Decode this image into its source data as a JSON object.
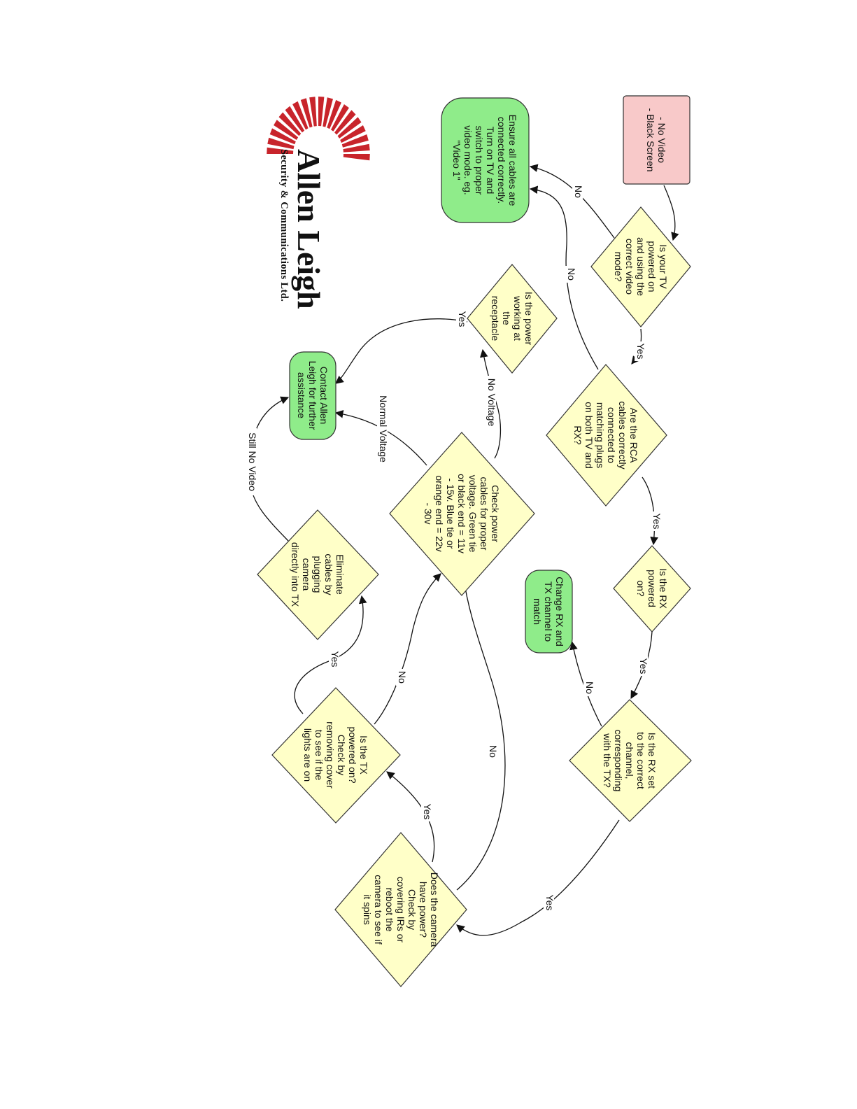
{
  "logo": {
    "name": "Allen Leigh",
    "tagline": "Security & Communications Ltd.",
    "colors": {
      "rays": "#c8242b",
      "text": "#111111"
    }
  },
  "colors": {
    "start_fill": "#f8c9c9",
    "decision_fill": "#ffffc8",
    "terminal_fill": "#8fec8a",
    "stroke": "#333333",
    "edge": "#111111"
  },
  "nodes": {
    "start": {
      "lines": [
        "- No Video",
        "- Black Screen"
      ]
    },
    "tv_power": {
      "lines": [
        "Is your TV",
        "powered on",
        "and using the",
        "correct video",
        "mode?"
      ]
    },
    "ensure_cables": {
      "lines": [
        "Ensure all cables are",
        "connected correctly.",
        "Turn on TV and",
        "switch to proper",
        "video mode. eg.",
        "\"Video 1\""
      ]
    },
    "rca_cables": {
      "lines": [
        "Are the RCA",
        "cables correctly",
        "connected to",
        "matching plugs",
        "on both TV and",
        "RX?"
      ]
    },
    "rx_powered": {
      "lines": [
        "Is the RX",
        "powered",
        "on?"
      ]
    },
    "change_channel": {
      "lines": [
        "Change RX and",
        "TX channel to",
        "match"
      ]
    },
    "rx_channel": {
      "lines": [
        "Is the RX set",
        "to the correct",
        "channel,",
        "corresponding",
        "with the TX?"
      ]
    },
    "camera_power": {
      "lines": [
        "Does the camera",
        "have power?",
        "Check by",
        "covering IRs or",
        "reboot the",
        "camera to see if",
        "it spins"
      ]
    },
    "tx_powered": {
      "lines": [
        "Is the TX",
        "powered on?",
        "Check by",
        "removing cover",
        "to see if the",
        "lights are on"
      ]
    },
    "check_voltage": {
      "lines": [
        "Check power",
        "cables for proper",
        "voltage. Green tie",
        "or black end = 11v",
        "- 15v. Blue tie or",
        "orange end = 22v",
        "- 30v"
      ]
    },
    "power_receptacle": {
      "lines": [
        "Is the power",
        "working at",
        "the",
        "receptacle"
      ]
    },
    "eliminate_cables": {
      "lines": [
        "Eliminate",
        "cables by",
        "plugging",
        "camera",
        "directly into TX"
      ]
    },
    "contact": {
      "lines": [
        "Contact Allen",
        "Leigh for further",
        "assistance"
      ]
    }
  },
  "edge_labels": {
    "tv_no": "No",
    "tv_yes": "Yes",
    "rca_no": "No",
    "rca_yes": "Yes",
    "rx_powered_yes": "Yes",
    "rx_channel_no": "No",
    "rx_channel_yes": "Yes",
    "camera_yes": "Yes",
    "camera_no": "No",
    "tx_no": "No",
    "tx_yes": "Yes",
    "voltage_no": "No Voltage",
    "voltage_normal": "Normal Voltage",
    "receptacle_yes": "Yes",
    "still_no_video": "Still No Video"
  }
}
